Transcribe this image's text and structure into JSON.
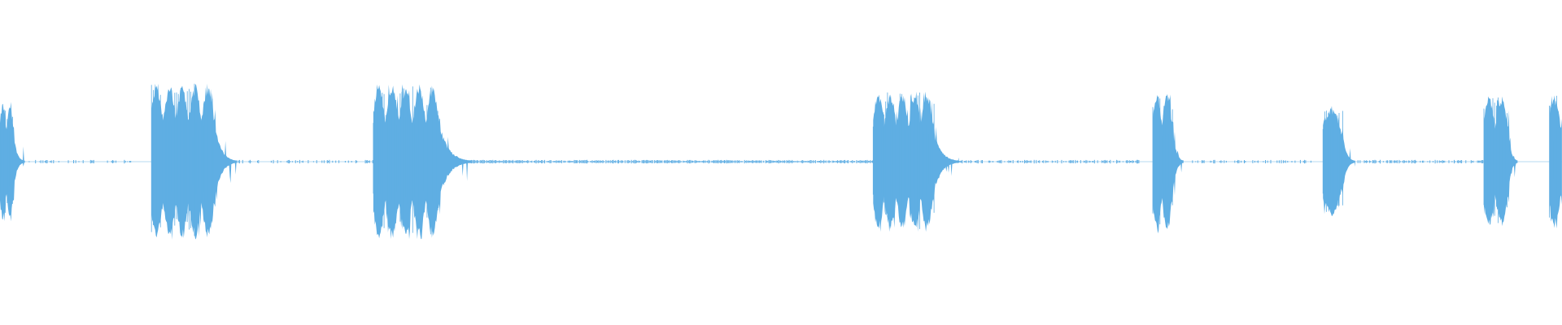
{
  "waveform": {
    "color": "#5faee3",
    "background": "#ffffff",
    "duration": 100,
    "amplitude_max": 1.0,
    "bursts": [
      {
        "start": 0.0,
        "peak_end": 0.9,
        "decay_end": 1.6,
        "amp": 0.75,
        "lobes": 2
      },
      {
        "start": 9.7,
        "peak_end": 13.8,
        "decay_end": 15.2,
        "amp": 0.98,
        "lobes": 5
      },
      {
        "start": 23.9,
        "peak_end": 28.2,
        "decay_end": 30.2,
        "amp": 0.97,
        "lobes": 5
      },
      {
        "start": 55.9,
        "peak_end": 59.8,
        "decay_end": 61.4,
        "amp": 0.88,
        "lobes": 5
      },
      {
        "start": 73.8,
        "peak_end": 75.1,
        "decay_end": 75.8,
        "amp": 0.9,
        "lobes": 2
      },
      {
        "start": 84.7,
        "peak_end": 86.0,
        "decay_end": 86.8,
        "amp": 0.7,
        "lobes": 1
      },
      {
        "start": 95.0,
        "peak_end": 96.6,
        "decay_end": 97.2,
        "amp": 0.82,
        "lobes": 2
      },
      {
        "start": 99.2,
        "peak_end": 100.0,
        "decay_end": 100.0,
        "amp": 0.84,
        "lobes": 1
      }
    ],
    "noise_floor": [
      {
        "start": 1.6,
        "end": 8.5,
        "density": 0.25
      },
      {
        "start": 15.2,
        "end": 23.9,
        "density": 0.35
      },
      {
        "start": 30.2,
        "end": 55.9,
        "density": 0.95
      },
      {
        "start": 61.4,
        "end": 73.0,
        "density": 0.6
      },
      {
        "start": 75.8,
        "end": 84.0,
        "density": 0.35
      },
      {
        "start": 86.8,
        "end": 95.0,
        "density": 0.55
      }
    ]
  }
}
